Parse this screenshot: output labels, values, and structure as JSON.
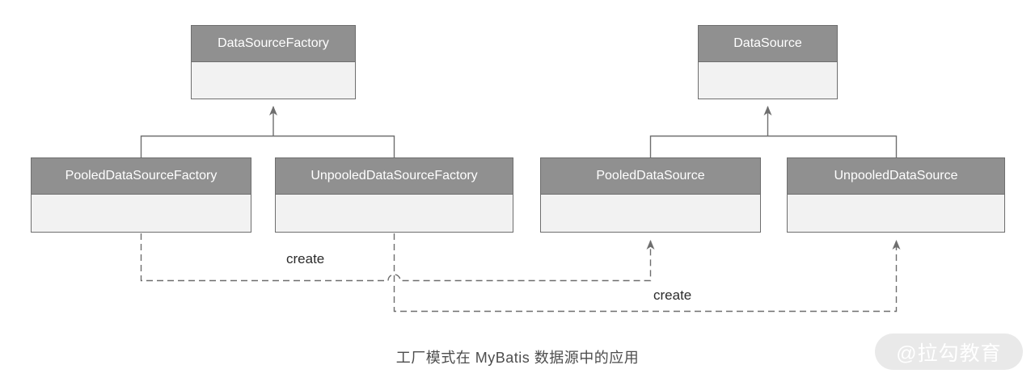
{
  "diagram": {
    "caption": "工厂模式在 MyBatis 数据源中的应用",
    "watermark": "@拉勾教育",
    "classes": [
      {
        "name": "DataSourceFactory"
      },
      {
        "name": "DataSource"
      },
      {
        "name": "PooledDataSourceFactory"
      },
      {
        "name": "UnpooledDataSourceFactory"
      },
      {
        "name": "PooledDataSource"
      },
      {
        "name": "UnpooledDataSource"
      }
    ],
    "relations": [
      {
        "from": "PooledDataSourceFactory",
        "to": "DataSourceFactory",
        "type": "inheritance",
        "label": ""
      },
      {
        "from": "UnpooledDataSourceFactory",
        "to": "DataSourceFactory",
        "type": "inheritance",
        "label": ""
      },
      {
        "from": "PooledDataSource",
        "to": "DataSource",
        "type": "inheritance",
        "label": ""
      },
      {
        "from": "UnpooledDataSource",
        "to": "DataSource",
        "type": "inheritance",
        "label": ""
      },
      {
        "from": "PooledDataSourceFactory",
        "to": "PooledDataSource",
        "type": "create",
        "label": "create"
      },
      {
        "from": "UnpooledDataSourceFactory",
        "to": "UnpooledDataSource",
        "type": "create",
        "label": "create"
      }
    ],
    "colors": {
      "class_header_bg": "#909090",
      "class_body_bg": "#f2f2f2",
      "class_border": "#6e6e6e",
      "connector": "#6e6e6e",
      "class_header_text": "#ffffff",
      "create_label_text": "#2b2b2b",
      "caption_text": "#4d4d4d",
      "watermark_bg": "#e9e9e9",
      "watermark_text": "#ffffff",
      "background": "#ffffff"
    }
  }
}
